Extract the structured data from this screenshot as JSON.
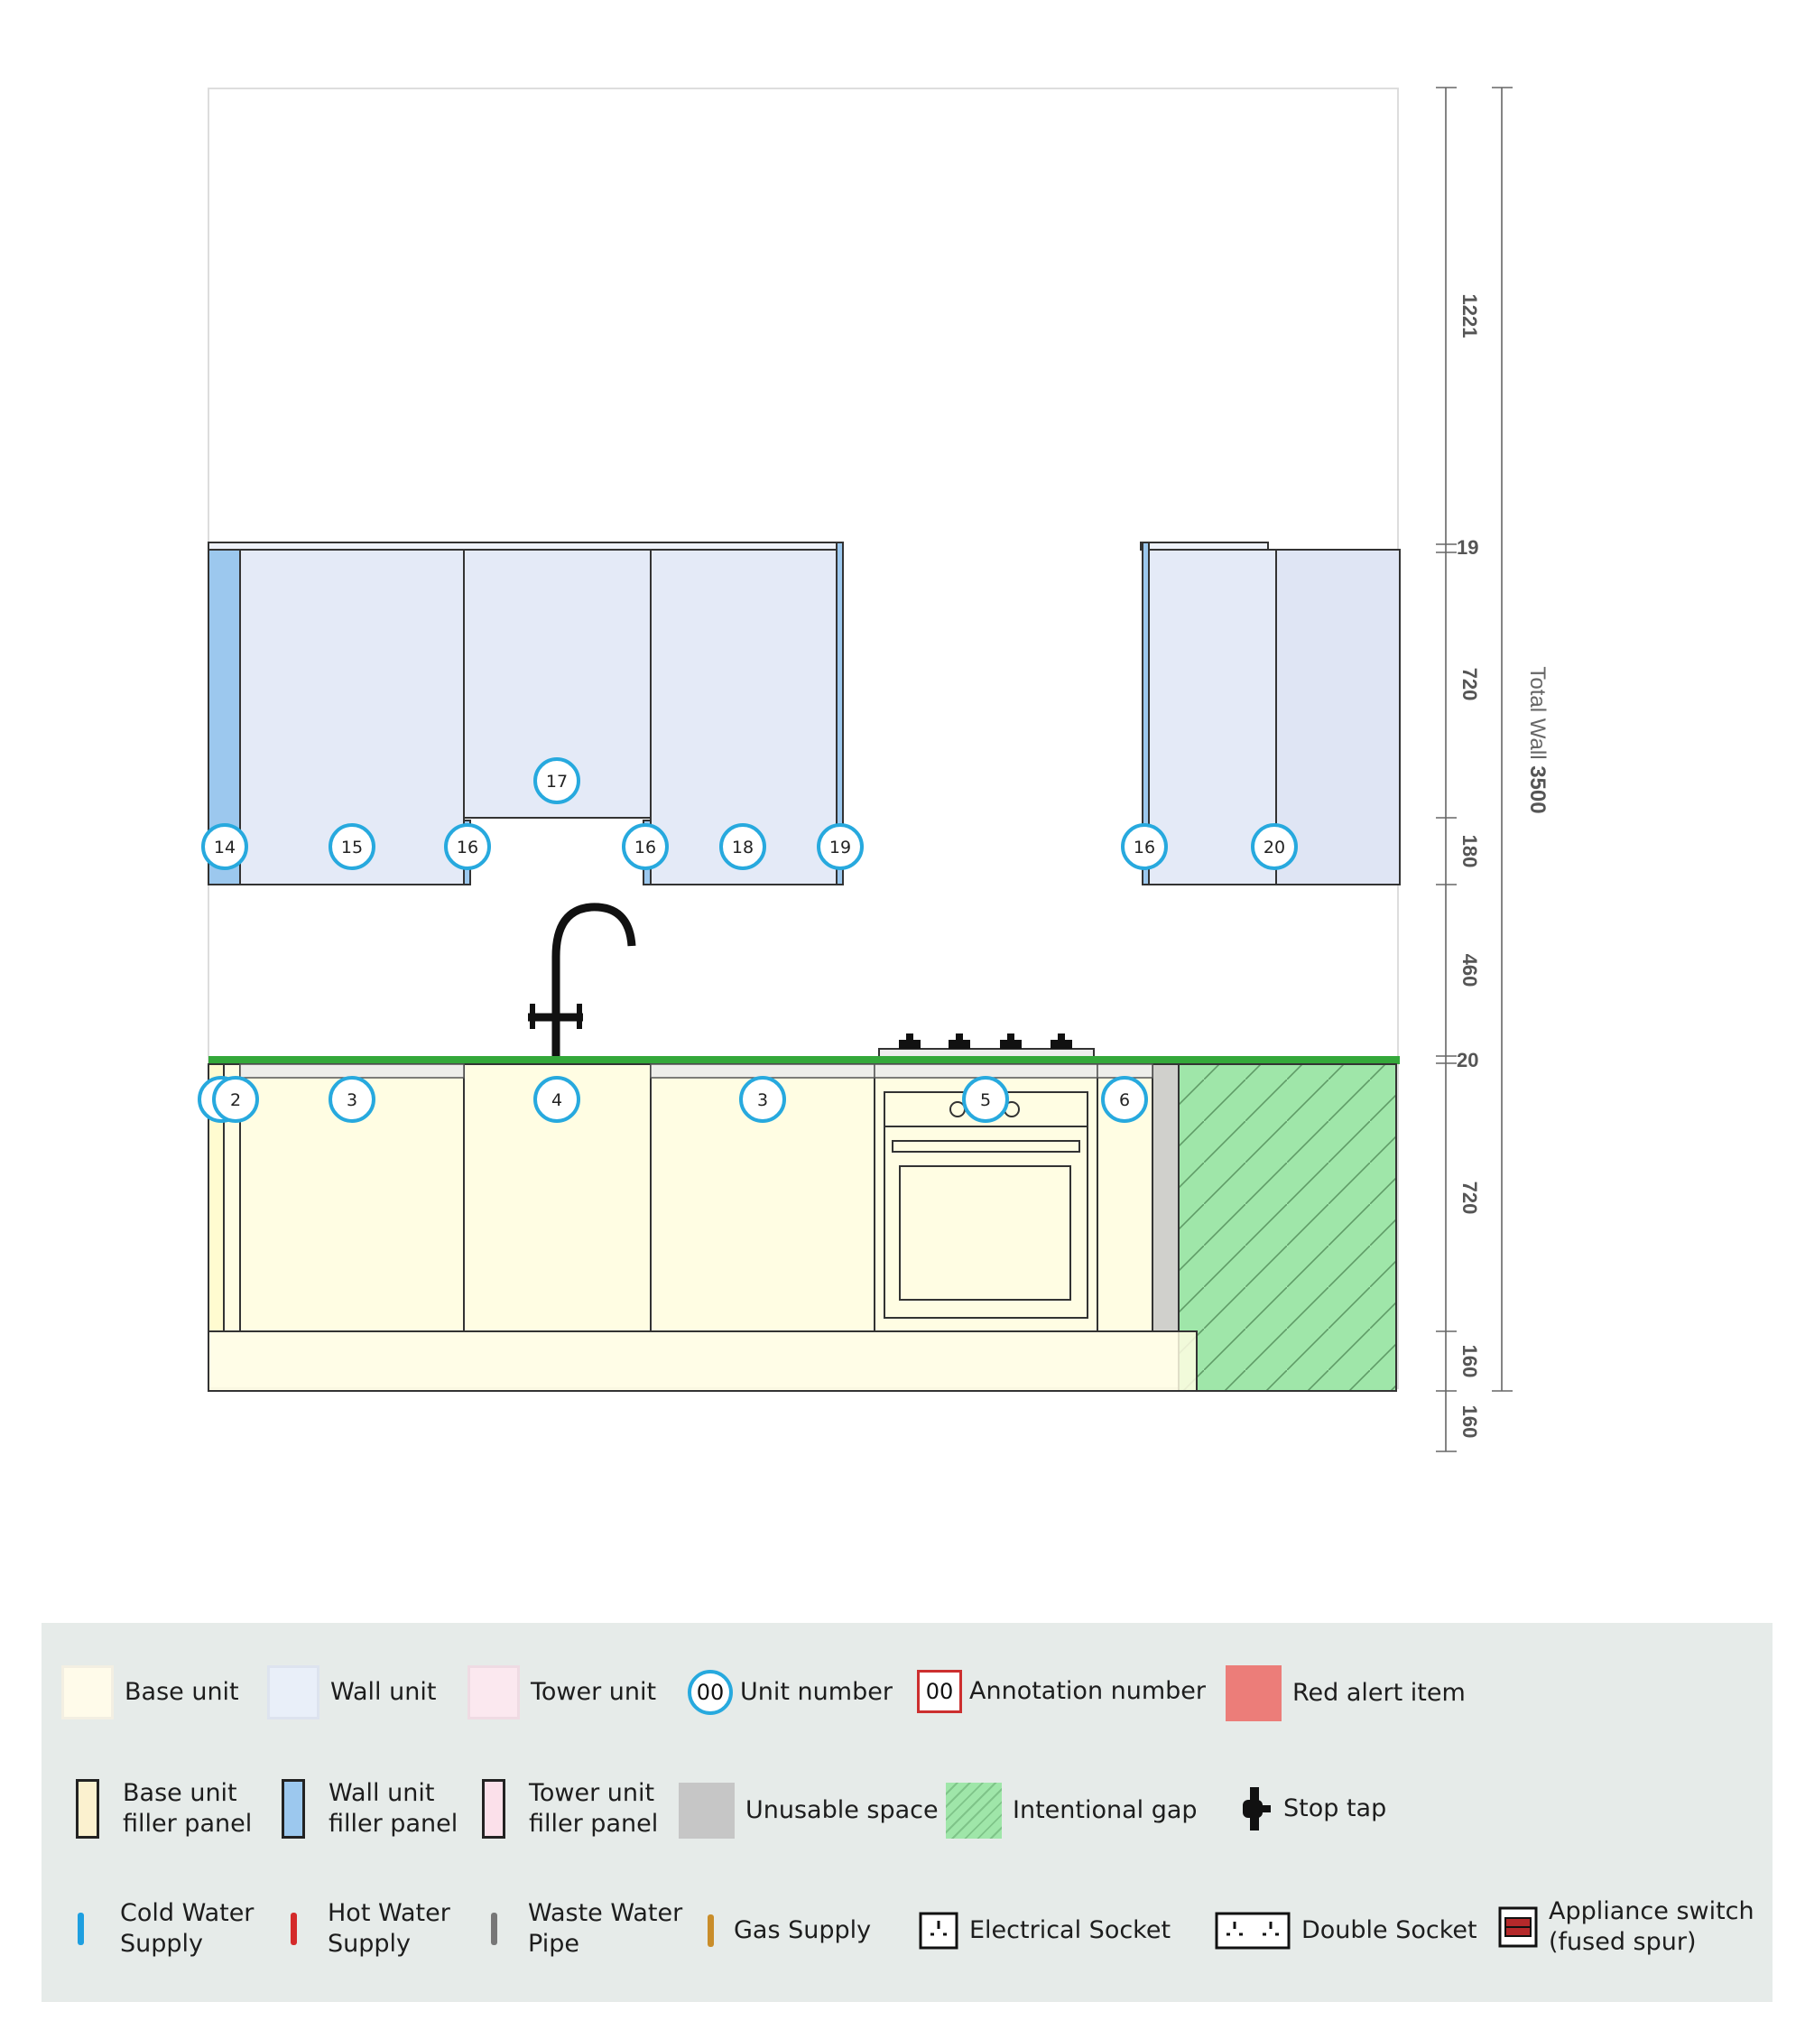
{
  "unit_numbers": {
    "wall": [
      "14",
      "15",
      "16",
      "17",
      "16",
      "18",
      "19",
      "16",
      "20"
    ],
    "base": [
      "1",
      "2",
      "3",
      "4",
      "3",
      "5",
      "6"
    ]
  },
  "dimensions": {
    "d1221": "1221",
    "d19": "19",
    "d720_wall": "720",
    "d180": "180",
    "d460": "460",
    "d20": "20",
    "d720_base": "720",
    "d160_a": "160",
    "d160_b": "160",
    "total_label": "Total Wall ",
    "total_value": "3500"
  },
  "legend": {
    "row1": {
      "base_unit": "Base unit",
      "wall_unit": "Wall unit",
      "tower_unit": "Tower unit",
      "unit_number_badge": "00",
      "unit_number": "Unit number",
      "annotation_badge": "00",
      "annotation_number": "Annotation number",
      "red_alert": "Red alert item"
    },
    "row2": {
      "base_filler": "Base unit\nfiller panel",
      "wall_filler": "Wall unit\nfiller panel",
      "tower_filler": "Tower unit\nfiller panel",
      "unusable": "Unusable space",
      "gap": "Intentional gap",
      "stop_tap": "Stop tap"
    },
    "row3": {
      "cold": "Cold Water\nSupply",
      "hot": "Hot Water\nSupply",
      "waste": "Waste Water\nPipe",
      "gas": "Gas Supply",
      "socket": "Electrical Socket",
      "double_socket": "Double Socket",
      "appliance_switch": "Appliance switch\n(fused spur)"
    }
  },
  "colors": {
    "base_unit": "#fffde3",
    "wall_unit": "#e4eaf7",
    "tower_unit": "#fbe5ee",
    "wall_filler": "#9cc8ee",
    "unit_badge": "#27a9de",
    "annotation_badge": "#cc2f2f",
    "red_alert": "#ec7d79",
    "worktop": "#34a83a",
    "gap": "#9fe6a9",
    "unusable": "#c6c6c6",
    "cold_water": "#1e9fe0",
    "hot_water": "#d42a2a",
    "waste": "#777777",
    "gas": "#c98d2a"
  }
}
